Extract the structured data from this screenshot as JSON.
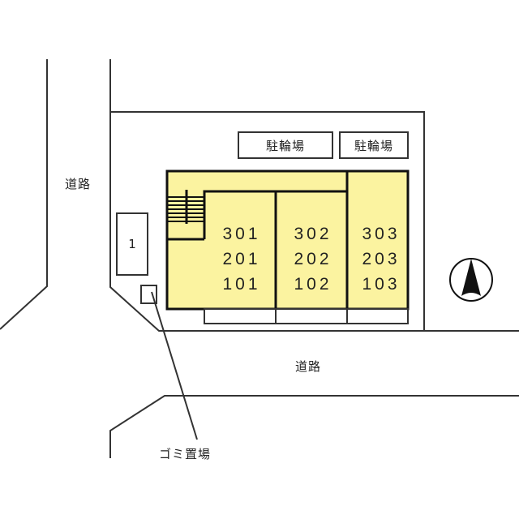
{
  "diagram": {
    "type": "site_plan",
    "labels": {
      "road_left": "道路",
      "road_bottom": "道路",
      "garbage_area": "ゴミ置場",
      "bicycle_parking_1": "駐輪場",
      "bicycle_parking_2": "駐輪場",
      "parking_space": "1"
    },
    "building": {
      "fill_color": "#fbf3a0",
      "columns": [
        {
          "units": [
            "301",
            "201",
            "101"
          ]
        },
        {
          "units": [
            "302",
            "202",
            "102"
          ]
        },
        {
          "units": [
            "303",
            "203",
            "103"
          ]
        }
      ],
      "has_stairs": true
    },
    "compass": {
      "direction": "north-up"
    }
  }
}
